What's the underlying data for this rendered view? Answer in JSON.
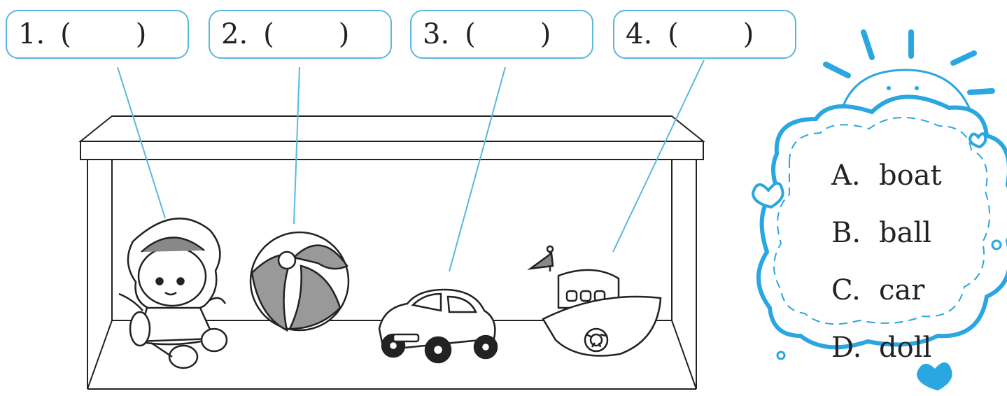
{
  "answer_boxes": [
    {
      "number": "1.",
      "open": "(",
      "close": ")"
    },
    {
      "number": "2.",
      "open": "(",
      "close": ")"
    },
    {
      "number": "3.",
      "open": "(",
      "close": ")"
    },
    {
      "number": "4.",
      "open": "(",
      "close": ")"
    }
  ],
  "options": [
    {
      "letter": "A.",
      "word": "boat"
    },
    {
      "letter": "B.",
      "word": "ball"
    },
    {
      "letter": "C.",
      "word": "car"
    },
    {
      "letter": "D.",
      "word": "doll"
    }
  ],
  "colors": {
    "accent": "#5ab8dc",
    "ink": "#222222",
    "cloud": "#2aa6e0"
  },
  "icons": [
    "doll-icon",
    "ball-icon",
    "car-icon",
    "boat-icon",
    "sun-icon",
    "cloud-frame-icon",
    "heart-icon",
    "flag-icon",
    "lifebuoy-icon"
  ]
}
